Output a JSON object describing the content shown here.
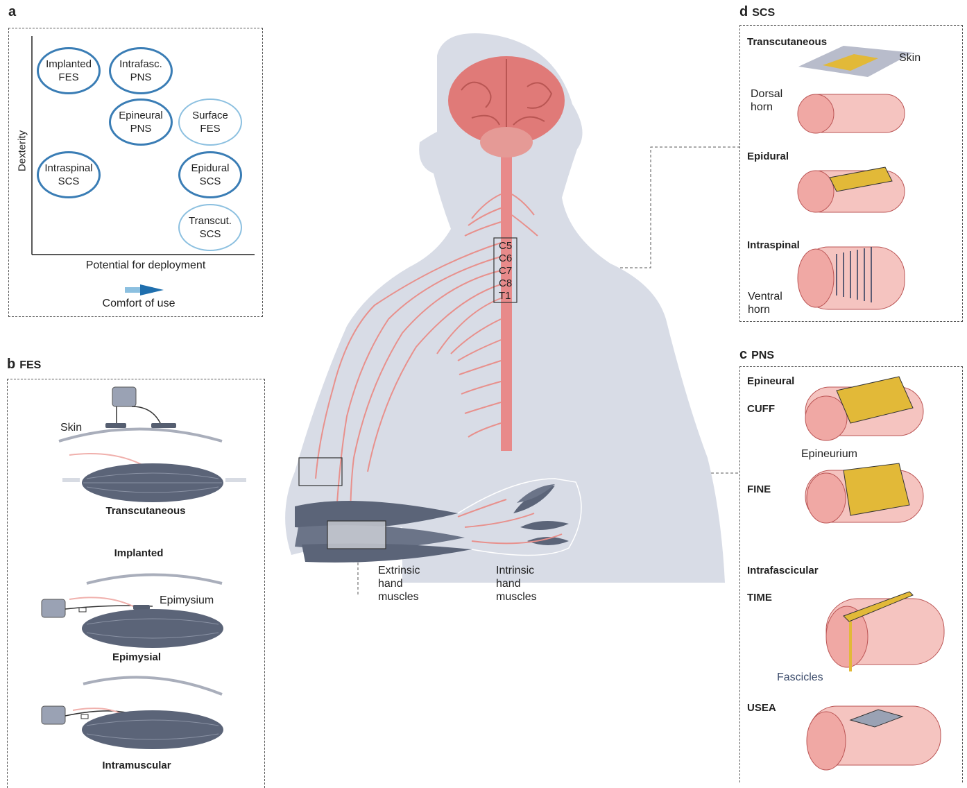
{
  "panel_a": {
    "letter": "a",
    "ylabel": "Dexterity",
    "xlabel": "Potential for deployment",
    "comfort_label": "Comfort of use",
    "bubbles": [
      {
        "line1": "Implanted",
        "line2": "FES"
      },
      {
        "line1": "Intrafasc.",
        "line2": "PNS"
      },
      {
        "line1": "Epineural",
        "line2": "PNS"
      },
      {
        "line1": "Surface",
        "line2": "FES"
      },
      {
        "line1": "Intraspinal",
        "line2": "SCS"
      },
      {
        "line1": "Epidural",
        "line2": "SCS"
      },
      {
        "line1": "Transcut.",
        "line2": "SCS"
      }
    ]
  },
  "panel_b": {
    "letter": "b",
    "title": "FES",
    "skin_label": "Skin",
    "transcutaneous_label": "Transcutaneous",
    "implanted_label": "Implanted",
    "epimysium_label": "Epimysium",
    "epimysial_label": "Epimysial",
    "intramuscular_label": "Intramuscular"
  },
  "center": {
    "levels": [
      "C5",
      "C6",
      "C7",
      "C8",
      "T1"
    ],
    "extrinsic_label": [
      "Extrinsic",
      "hand",
      "muscles"
    ],
    "intrinsic_label": [
      "Intrinsic",
      "hand",
      "muscles"
    ]
  },
  "panel_d": {
    "letter": "d",
    "title": "SCS",
    "transcutaneous_label": "Transcutaneous",
    "skin_label": "Skin",
    "dorsal_horn_label": [
      "Dorsal",
      "horn"
    ],
    "epidural_label": "Epidural",
    "intraspinal_label": "Intraspinal",
    "ventral_horn_label": [
      "Ventral",
      "horn"
    ]
  },
  "panel_c": {
    "letter": "c",
    "title": "PNS",
    "epineural_label": "Epineural",
    "cuff_label": "CUFF",
    "epineurium_label": "Epineurium",
    "fine_label": "FINE",
    "intrafascicular_label": "Intrafascicular",
    "time_label": "TIME",
    "fascicles_label": "Fascicles",
    "usea_label": "USEA"
  },
  "colors": {
    "bubble_dark": "#3a7db5",
    "bubble_light": "#8cc0e0",
    "body": "#d8dce6",
    "nerve": "#e8908c",
    "spine": "#e88a8a",
    "brain": "#e07a78",
    "muscle": "#5b6478",
    "electrode": "#e2b938",
    "tissue": "#f5c4c0"
  }
}
